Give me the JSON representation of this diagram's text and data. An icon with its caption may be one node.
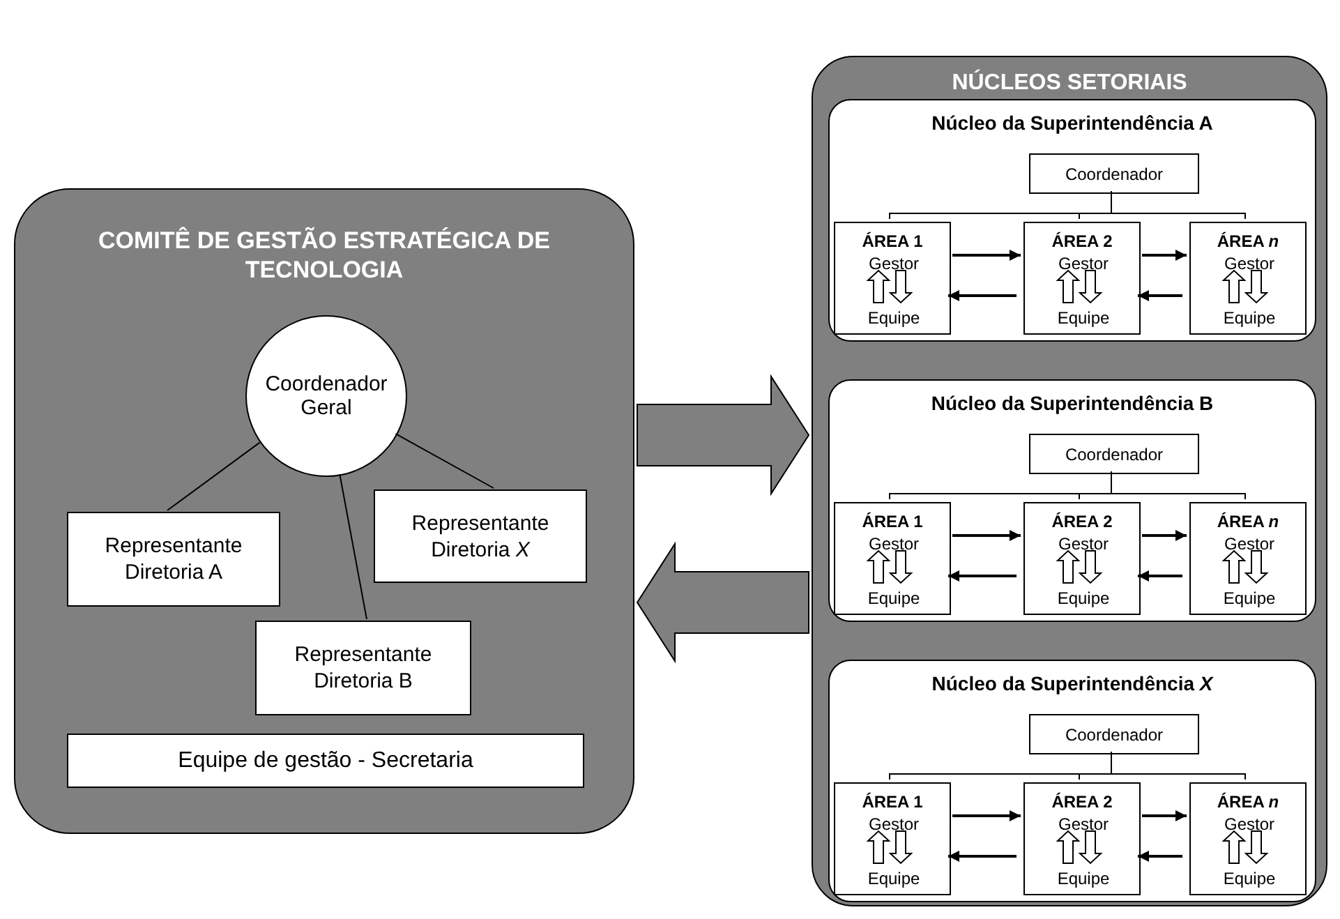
{
  "diagram": {
    "nodes": [
      {
        "text": [
          "COMITÊ DE GESTÃO ESTRATÉGICA DE TECNOLOGIA"
        ]
      },
      {
        "text": [
          "Coordenador Geral"
        ],
        "in": 0
      },
      {
        "text": [
          "Representante Diretoria *X*"
        ],
        "in": 0
      },
      {
        "text": [
          "Representante Diretoria A"
        ],
        "in": 0
      },
      {
        "text": [
          "Representante Diretoria B"
        ],
        "in": 0
      },
      {
        "text": [
          "Equipe de gestão - Secretaria"
        ],
        "in": 0
      },
      {
        "text": [
          "NÚCLEOS SETORIAIS"
        ]
      },
      {
        "text": [
          "Núcleo da Superintendência A"
        ],
        "in": 6
      },
      {
        "text": [
          "Coordenador"
        ],
        "in": 7
      },
      {
        "text": [
          "ÁREA 1"
        ],
        "in": 7
      },
      {
        "text": [
          "Gestor"
        ],
        "in": 9
      },
      {
        "text": [
          "Equipe"
        ],
        "in": 9
      },
      {
        "text": [
          "ÁREA 2"
        ],
        "in": 7
      },
      {
        "text": [
          "Gestor"
        ],
        "in": 12
      },
      {
        "text": [
          "Equipe"
        ],
        "in": 12
      },
      {
        "text": [
          "ÁREA *n*"
        ],
        "in": 7
      },
      {
        "text": [
          "Gestor"
        ],
        "in": 15
      },
      {
        "text": [
          "Equipe"
        ],
        "in": 15
      },
      {
        "text": [
          "Núcleo da Superintendência B"
        ],
        "in": 6
      },
      {
        "text": [
          "Coordenador"
        ],
        "in": 18
      },
      {
        "text": [
          "ÁREA 1"
        ],
        "in": 18
      },
      {
        "text": [
          "Gestor"
        ],
        "in": 20
      },
      {
        "text": [
          "Equipe"
        ],
        "in": 20
      },
      {
        "text": [
          "ÁREA 2"
        ],
        "in": 18
      },
      {
        "text": [
          "Gestor"
        ],
        "in": 23
      },
      {
        "text": [
          "Equipe"
        ],
        "in": 23
      },
      {
        "text": [
          "ÁREA *n*"
        ],
        "in": 18
      },
      {
        "text": [
          "Gestor"
        ],
        "in": 26
      },
      {
        "text": [
          "Equipe"
        ],
        "in": 26
      },
      {
        "text": [
          "Núcleo da Superintendência *X*"
        ],
        "in": 6
      },
      {
        "text": [
          "Coordenador"
        ],
        "in": 29
      },
      {
        "text": [
          "ÁREA 1"
        ],
        "in": 29
      },
      {
        "text": [
          "Gestor"
        ],
        "in": 31
      },
      {
        "text": [
          "Equipe"
        ],
        "in": 31
      },
      {
        "text": [
          "ÁREA 2"
        ],
        "in": 29
      },
      {
        "text": [
          "Gestor"
        ],
        "in": 34
      },
      {
        "text": [
          "Equipe"
        ],
        "in": 34
      },
      {
        "text": [
          "ÁREA *n*"
        ],
        "in": 29
      },
      {
        "text": [
          "Gestor"
        ],
        "in": 37
      },
      {
        "text": [
          "Equipe"
        ],
        "in": 37
      }
    ],
    "edges": [
      {
        "from": 1,
        "to": 3,
        "arrow": "none"
      },
      {
        "from": 1,
        "to": 4,
        "arrow": "none"
      },
      {
        "from": 1,
        "to": 2,
        "arrow": "none"
      },
      {
        "from": 0,
        "to": 6,
        "arrow": "to",
        "style": "thick",
        "color": "#808080"
      },
      {
        "from": 6,
        "to": 0,
        "arrow": "to",
        "style": "thick",
        "color": "#808080"
      },
      {
        "from": 8,
        "to": 9,
        "arrow": "none"
      },
      {
        "from": 8,
        "to": 12,
        "arrow": "none"
      },
      {
        "from": 8,
        "to": 15,
        "arrow": "none"
      },
      {
        "from": 9,
        "to": 12,
        "arrow": "to"
      },
      {
        "from": 12,
        "to": 9,
        "arrow": "to"
      },
      {
        "from": 12,
        "to": 15,
        "arrow": "to"
      },
      {
        "from": 15,
        "to": 12,
        "arrow": "to"
      },
      {
        "from": 11,
        "to": 10,
        "arrow": "to",
        "style": "thick"
      },
      {
        "from": 10,
        "to": 11,
        "arrow": "to",
        "style": "thick"
      },
      {
        "from": 14,
        "to": 13,
        "arrow": "to",
        "style": "thick"
      },
      {
        "from": 13,
        "to": 14,
        "arrow": "to",
        "style": "thick"
      },
      {
        "from": 17,
        "to": 16,
        "arrow": "to",
        "style": "thick"
      },
      {
        "from": 16,
        "to": 17,
        "arrow": "to",
        "style": "thick"
      },
      {
        "from": 19,
        "to": 20,
        "arrow": "none"
      },
      {
        "from": 19,
        "to": 23,
        "arrow": "none"
      },
      {
        "from": 19,
        "to": 26,
        "arrow": "none"
      },
      {
        "from": 20,
        "to": 23,
        "arrow": "to"
      },
      {
        "from": 23,
        "to": 20,
        "arrow": "to"
      },
      {
        "from": 23,
        "to": 26,
        "arrow": "to"
      },
      {
        "from": 26,
        "to": 23,
        "arrow": "to"
      },
      {
        "from": 22,
        "to": 21,
        "arrow": "to",
        "style": "thick"
      },
      {
        "from": 21,
        "to": 22,
        "arrow": "to",
        "style": "thick"
      },
      {
        "from": 25,
        "to": 24,
        "arrow": "to",
        "style": "thick"
      },
      {
        "from": 24,
        "to": 25,
        "arrow": "to",
        "style": "thick"
      },
      {
        "from": 28,
        "to": 27,
        "arrow": "to",
        "style": "thick"
      },
      {
        "from": 27,
        "to": 28,
        "arrow": "to",
        "style": "thick"
      },
      {
        "from": 30,
        "to": 31,
        "arrow": "none"
      },
      {
        "from": 30,
        "to": 34,
        "arrow": "none"
      },
      {
        "from": 30,
        "to": 37,
        "arrow": "none"
      },
      {
        "from": 31,
        "to": 34,
        "arrow": "to"
      },
      {
        "from": 34,
        "to": 31,
        "arrow": "to"
      },
      {
        "from": 34,
        "to": 37,
        "arrow": "to"
      },
      {
        "from": 37,
        "to": 34,
        "arrow": "to"
      },
      {
        "from": 33,
        "to": 32,
        "arrow": "to",
        "style": "thick"
      },
      {
        "from": 32,
        "to": 33,
        "arrow": "to",
        "style": "thick"
      },
      {
        "from": 36,
        "to": 35,
        "arrow": "to",
        "style": "thick"
      },
      {
        "from": 35,
        "to": 36,
        "arrow": "to",
        "style": "thick"
      },
      {
        "from": 39,
        "to": 38,
        "arrow": "to",
        "style": "thick"
      },
      {
        "from": 38,
        "to": 39,
        "arrow": "to",
        "style": "thick"
      }
    ]
  }
}
